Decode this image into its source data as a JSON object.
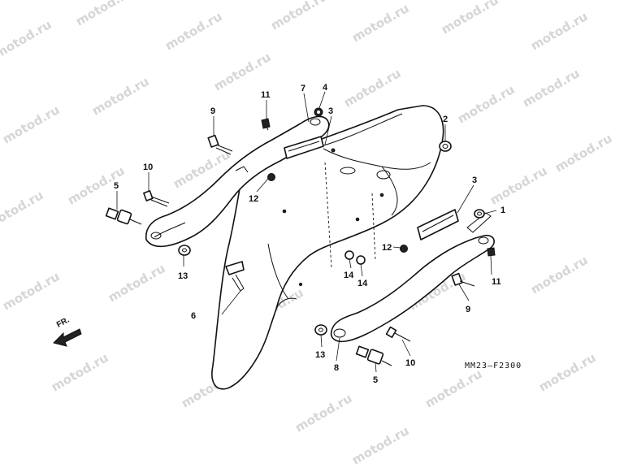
{
  "watermark": "motod.ru",
  "diagram_code": "MM23–F2300",
  "direction_label": "FR.",
  "callouts": {
    "c1": "1",
    "c2": "2",
    "c3a": "3",
    "c3b": "3",
    "c4": "4",
    "c5a": "5",
    "c5b": "5",
    "c6": "6",
    "c7": "7",
    "c8": "8",
    "c9a": "9",
    "c9b": "9",
    "c10a": "10",
    "c10b": "10",
    "c11a": "11",
    "c11b": "11",
    "c12a": "12",
    "c12b": "12",
    "c13a": "13",
    "c13b": "13",
    "c14a": "14",
    "c14b": "14"
  }
}
